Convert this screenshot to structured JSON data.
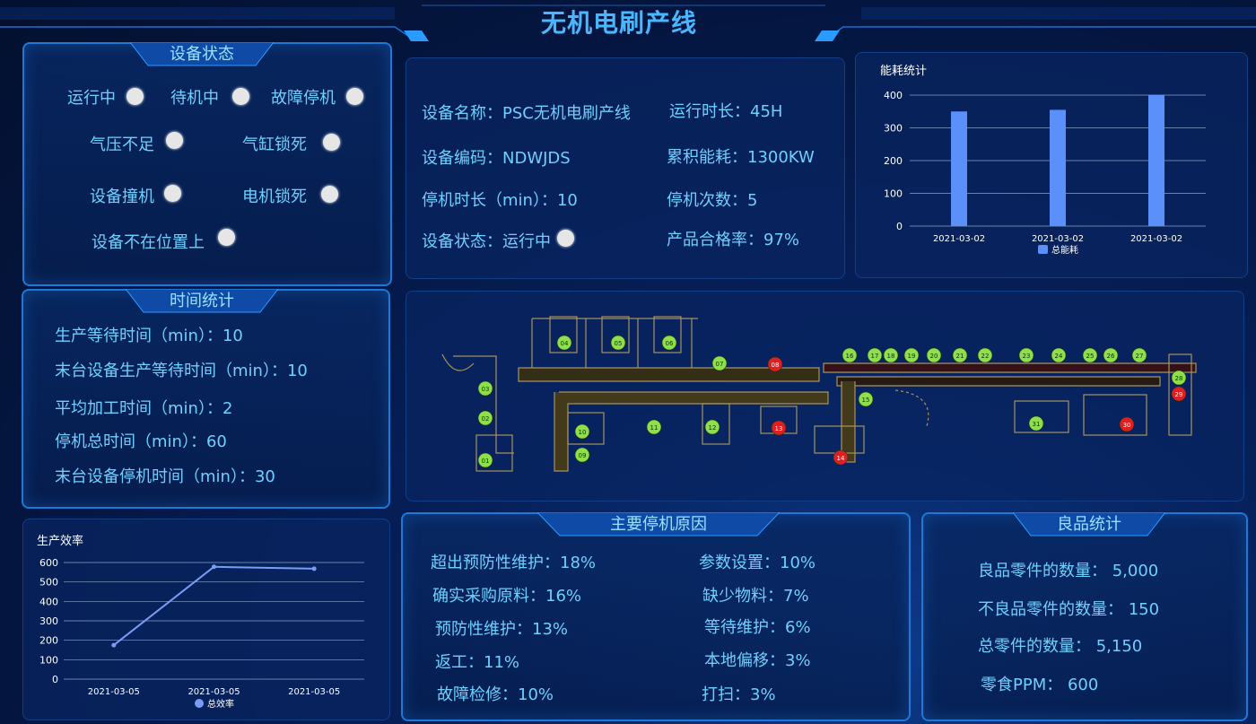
{
  "header": {
    "title": "无机电刷产线"
  },
  "device_status": {
    "tab": "设备状态",
    "items": [
      {
        "label": "运行中"
      },
      {
        "label": "待机中"
      },
      {
        "label": "故障停机"
      },
      {
        "label": "气压不足"
      },
      {
        "label": "气缸锁死"
      },
      {
        "label": "设备撞机"
      },
      {
        "label": "电机锁死"
      },
      {
        "label": "设备不在位置上"
      }
    ]
  },
  "device_info": {
    "left": [
      "设备名称：PSC无机电刷产线",
      "设备编码：NDWJDS",
      "停机时长（min）：10",
      "设备状态：运行中"
    ],
    "right": [
      "运行时长：45H",
      "累积能耗：1300KW",
      "停机次数：5",
      "产品合格率：97%"
    ]
  },
  "energy_chart": {
    "title": "能耗统计",
    "legend": "总能耗",
    "categories": [
      "2021-03-02",
      "2021-03-02",
      "2021-03-02"
    ],
    "values": [
      350,
      355,
      400
    ],
    "ylim": [
      0,
      400
    ],
    "yticks": [
      "0",
      "100",
      "200",
      "300",
      "400"
    ],
    "color": "#5b8ff9"
  },
  "time_stats": {
    "tab": "时间统计",
    "lines": [
      "生产等待时间（min）：10",
      "末台设备生产等待时间（min）：10",
      "平均加工时间（min）：2",
      "停机总时间（min）：60",
      "末台设备停机时间（min）：30"
    ]
  },
  "line_map": {
    "stations": [
      {
        "id": "03",
        "color": "green"
      },
      {
        "id": "02",
        "color": "green"
      },
      {
        "id": "01",
        "color": "green"
      },
      {
        "id": "04",
        "color": "green"
      },
      {
        "id": "05",
        "color": "green"
      },
      {
        "id": "06",
        "color": "green"
      },
      {
        "id": "07",
        "color": "green"
      },
      {
        "id": "08",
        "color": "red"
      },
      {
        "id": "09",
        "color": "green"
      },
      {
        "id": "10",
        "color": "green"
      },
      {
        "id": "11",
        "color": "green"
      },
      {
        "id": "12",
        "color": "green"
      },
      {
        "id": "13",
        "color": "red"
      },
      {
        "id": "14",
        "color": "red"
      },
      {
        "id": "15",
        "color": "green"
      },
      {
        "id": "16",
        "color": "green"
      },
      {
        "id": "17",
        "color": "green"
      },
      {
        "id": "18",
        "color": "green"
      },
      {
        "id": "19",
        "color": "green"
      },
      {
        "id": "20",
        "color": "green"
      },
      {
        "id": "21",
        "color": "green"
      },
      {
        "id": "22",
        "color": "green"
      },
      {
        "id": "23",
        "color": "green"
      },
      {
        "id": "24",
        "color": "green"
      },
      {
        "id": "25",
        "color": "green"
      },
      {
        "id": "26",
        "color": "green"
      },
      {
        "id": "27",
        "color": "green"
      },
      {
        "id": "28",
        "color": "green"
      },
      {
        "id": "29",
        "color": "red"
      },
      {
        "id": "30",
        "color": "red"
      },
      {
        "id": "31",
        "color": "green"
      }
    ]
  },
  "efficiency_chart": {
    "title": "生产效率",
    "legend": "总效率",
    "categories": [
      "2021-03-05",
      "2021-03-05",
      "2021-03-05"
    ],
    "values": [
      175,
      578,
      568
    ],
    "ylim": [
      0,
      600
    ],
    "yticks": [
      "0",
      "100",
      "200",
      "300",
      "400",
      "500",
      "600"
    ],
    "color": "#7b9cf5"
  },
  "stop_reasons": {
    "tab": "主要停机原因",
    "left": [
      "超出预防性维护：18%",
      "确实采购原料：16%",
      "预防性维护：13%",
      "返工：11%",
      "故障检修：10%"
    ],
    "right": [
      "参数设置：10%",
      "缺少物料：7%",
      "等待维护：6%",
      "本地偏移：3%",
      "打扫：3%"
    ]
  },
  "good_stats": {
    "tab": "良品统计",
    "lines": [
      "良品零件的数量：  5,000",
      "不良品零件的数量：  150",
      "总零件的数量：  5,150",
      "零食PPM：  600"
    ]
  },
  "colors": {
    "accent": "#49b6ff",
    "text": "#6ed0ff",
    "border": "#1e78d8",
    "green": "#8ee04a",
    "red": "#e02020"
  }
}
